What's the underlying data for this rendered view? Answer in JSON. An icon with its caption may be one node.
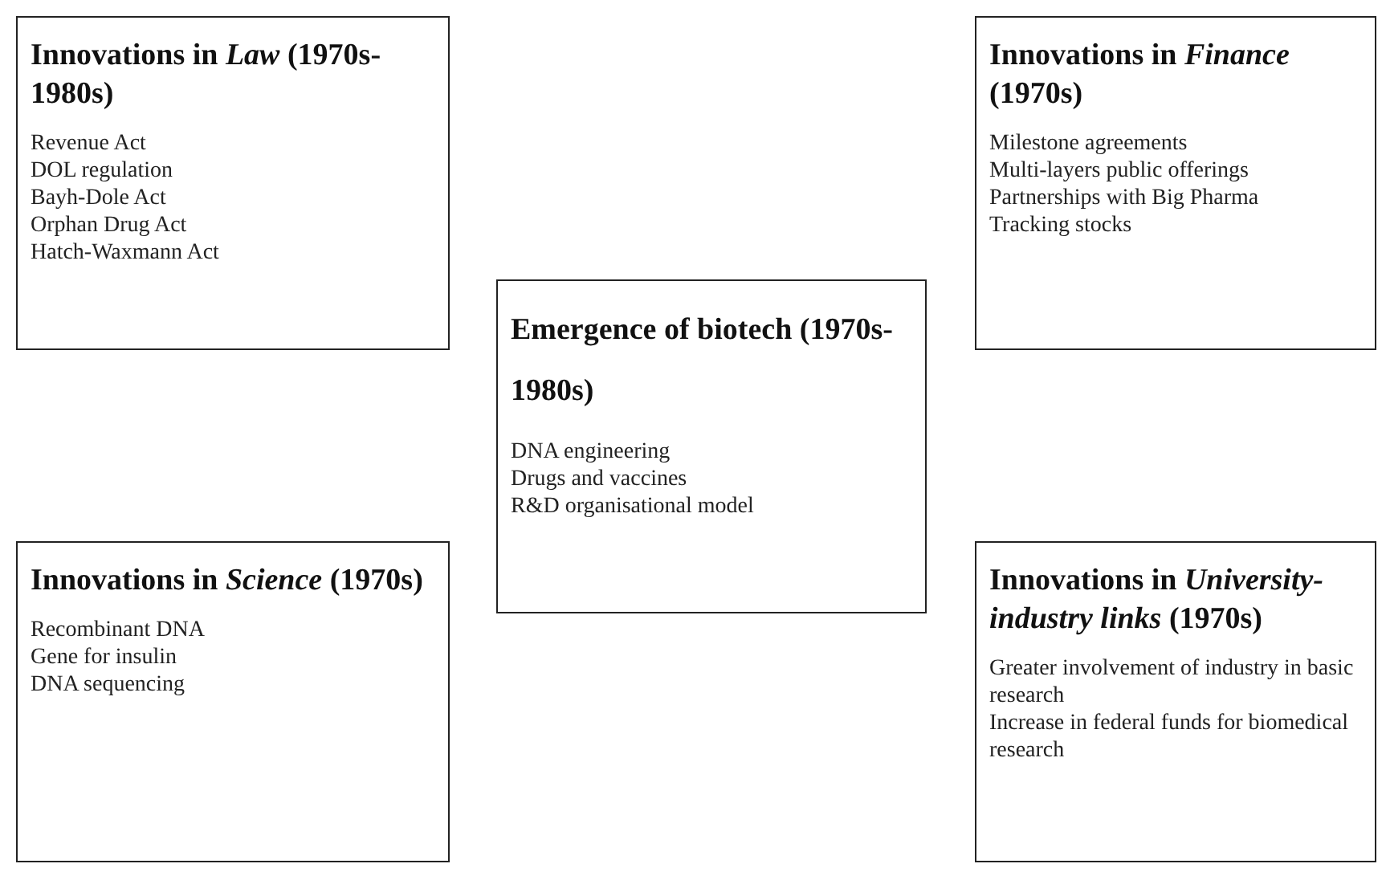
{
  "diagram": {
    "nodes": [
      {
        "text": [
          "Innovations in *Law* (1970s-1980s)",
          "Revenue Act",
          "DOL regulation",
          "Bayh-Dole Act",
          "Orphan Drug Act",
          "Hatch-Waxmann Act"
        ]
      },
      {
        "text": [
          "Innovations in *Finance* (1970s)",
          "Milestone agreements",
          "Multi-layers public offerings",
          "Partnerships with Big Pharma",
          "Tracking stocks"
        ]
      },
      {
        "text": [
          "Emergence of biotech (1970s-1980s)",
          "DNA engineering",
          "Drugs and vaccines",
          "R&D organisational model"
        ]
      },
      {
        "text": [
          "Innovations in *Science* (1970s)",
          "Recombinant DNA",
          "Gene for insulin",
          "DNA sequencing"
        ]
      },
      {
        "text": [
          "Innovations in *University-industry links* (1970s)",
          "Greater involvement of industry in basic research",
          "Increase in federal funds for biomedical research"
        ]
      }
    ]
  }
}
